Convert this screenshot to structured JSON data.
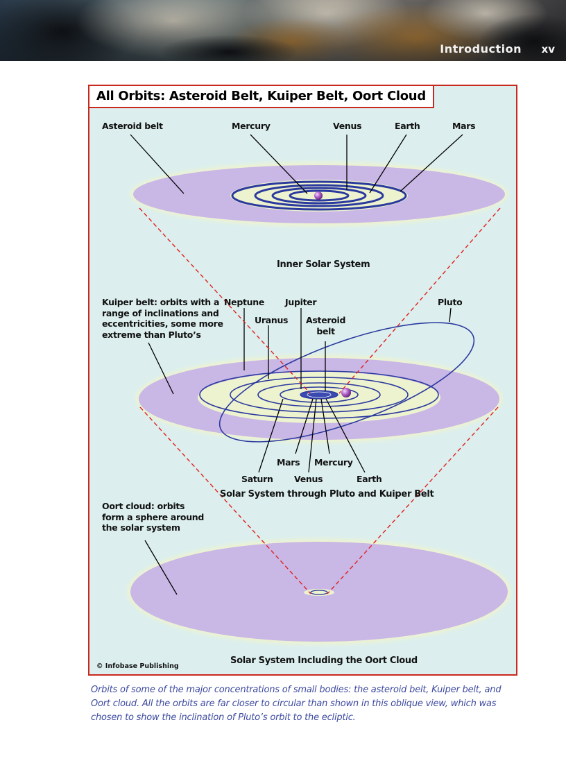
{
  "header": {
    "section_title": "Introduction",
    "page_number": "xv"
  },
  "figure": {
    "title": "All Orbits: Asteroid Belt, Kuiper Belt, Oort Cloud",
    "credit": "© Infobase Publishing",
    "colors": {
      "frame": "#c8281e",
      "background": "#dcefee",
      "belt_fill": "#c9b7e6",
      "orbit_stroke": "#2b3a9e",
      "sun": "#b061c9",
      "projection_lines": "#e0201e"
    },
    "panels": {
      "inner": {
        "title": "Inner Solar System",
        "labels": {
          "asteroid_belt": "Asteroid belt",
          "mercury": "Mercury",
          "venus": "Venus",
          "earth": "Earth",
          "mars": "Mars"
        }
      },
      "kuiper": {
        "title": "Solar System through Pluto and Kuiper Belt",
        "description": "Kuiper belt: orbits with a\nrange of inclinations and\neccentricities, some more\nextreme than Pluto’s",
        "labels": {
          "neptune": "Neptune",
          "jupiter": "Jupiter",
          "pluto": "Pluto",
          "uranus": "Uranus",
          "asteroid_belt": "Asteroid\nbelt",
          "mars": "Mars",
          "mercury": "Mercury",
          "saturn": "Saturn",
          "venus": "Venus",
          "earth": "Earth"
        }
      },
      "oort": {
        "title": "Solar System Including the Oort Cloud",
        "description": "Oort cloud: orbits\nform a sphere around\nthe solar system"
      }
    }
  },
  "caption": "Orbits of some of the major concentrations of small bodies: the asteroid belt, Kuiper belt, and Oort cloud. All the orbits are far closer to circular than shown in this oblique view, which was chosen to show the inclination of Pluto’s orbit to the ecliptic."
}
